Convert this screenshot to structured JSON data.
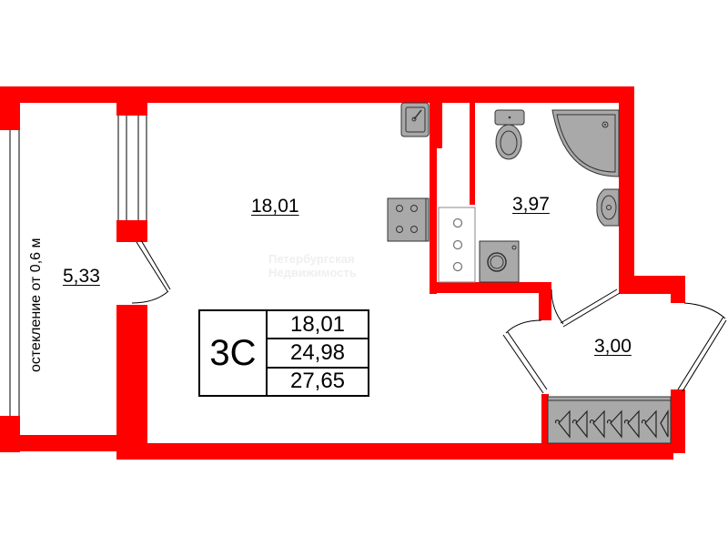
{
  "plan": {
    "apartment_type": "3C",
    "areas_summary": {
      "living_area": "18,01",
      "total_area": "24,98",
      "total_area_with_balcony": "27,65"
    },
    "rooms": [
      {
        "name": "living-room",
        "area": "18,01"
      },
      {
        "name": "bathroom",
        "area": "3,97"
      },
      {
        "name": "hallway",
        "area": "3,00"
      },
      {
        "name": "loggia",
        "area": "5,33"
      }
    ],
    "glazing_note": "остекление от 0,6 м",
    "watermark": [
      "Петербургская",
      "Недвижимость"
    ]
  },
  "colors": {
    "wall": "#ff0000",
    "fixture": "#a9a9a9",
    "line": "#000000",
    "background": "#ffffff"
  }
}
